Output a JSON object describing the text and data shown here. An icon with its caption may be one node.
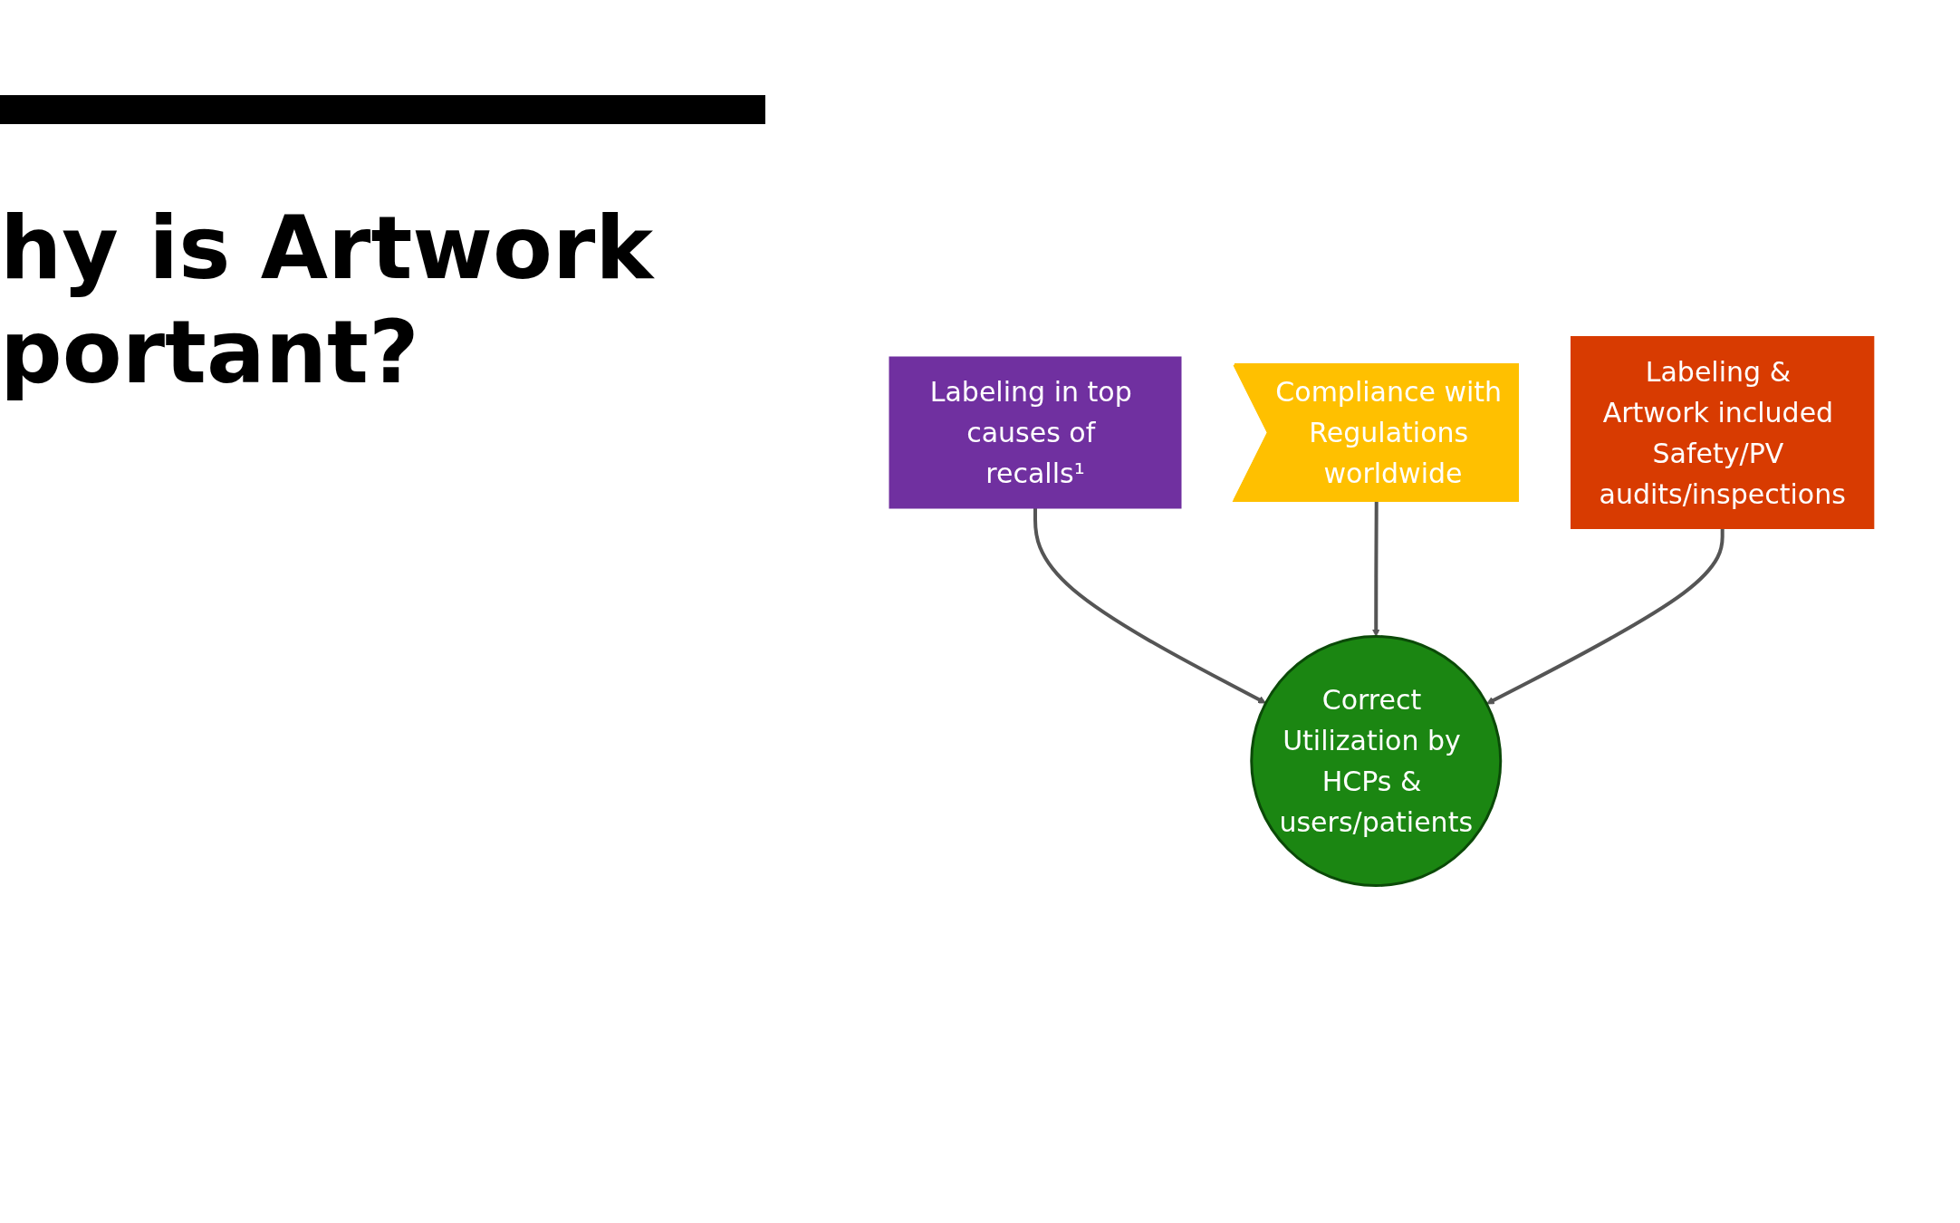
{
  "diagram": {
    "title": "hy is Artwork portant?",
    "nodes": [
      {
        "text": [
          "Labeling in top causes of recalls¹"
        ]
      },
      {
        "text": [
          "Compliance with Regulations worldwide"
        ]
      },
      {
        "text": [
          "Correct Utilization by HCPs & users/patients"
        ]
      },
      {
        "text": [
          "Labeling & Artwork included Safety/PV audits/inspections"
        ]
      }
    ],
    "edges": [
      {
        "from": 0,
        "to": 2,
        "arrow": "to"
      },
      {
        "from": 1,
        "to": 2,
        "arrow": "to"
      },
      {
        "from": 3,
        "to": 2,
        "arrow": "to"
      }
    ]
  }
}
